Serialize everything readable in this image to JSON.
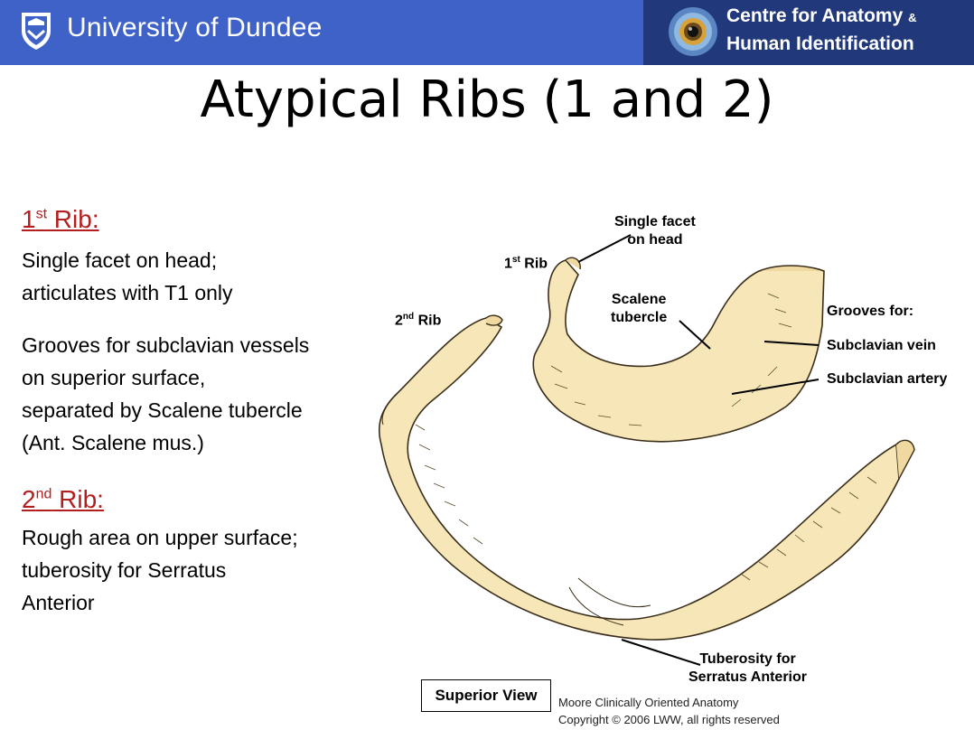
{
  "header": {
    "university": "University of Dundee",
    "centre_line1": "Centre for Anatomy",
    "centre_amp": "&",
    "centre_line2": "Human Identification",
    "colors": {
      "bar": "#3f62c9",
      "centre_block": "#21397a"
    },
    "icons": {
      "university_logo": "shield-crest-icon",
      "centre_logo": "eye-iris-icon"
    }
  },
  "title": "Atypical Ribs (1 and 2)",
  "content": {
    "rib1": {
      "heading_main": "1",
      "heading_sup": "st",
      "heading_rest": " Rib:",
      "para1": [
        "Single facet on head;",
        "articulates with T1 only"
      ],
      "para2": [
        "Grooves for subclavian vessels",
        "on superior surface,",
        "separated by Scalene tubercle",
        "(Ant. Scalene mus.)"
      ]
    },
    "rib2": {
      "heading_main": "2",
      "heading_sup": "nd",
      "heading_rest": " Rib:",
      "para1": [
        "Rough area on upper surface;",
        "tuberosity for Serratus",
        "Anterior"
      ]
    },
    "heading_color": "#b31f1f"
  },
  "figure": {
    "labels": {
      "single_facet": [
        "Single facet",
        "on head"
      ],
      "first_rib_num": "1",
      "first_rib_sup": "st",
      "first_rib_rest": " Rib",
      "second_rib_num": "2",
      "second_rib_sup": "nd",
      "second_rib_rest": " Rib",
      "scalene": [
        "Scalene",
        "tubercle"
      ],
      "grooves_for": "Grooves for:",
      "subclavian_vein": "Subclavian vein",
      "subclavian_artery": "Subclavian artery",
      "tuberosity": [
        "Tuberosity for",
        "Serratus Anterior"
      ]
    },
    "view_label": "Superior View",
    "credit": [
      "Moore Clinically Oriented Anatomy",
      "Copyright © 2006 LWW, all rights reserved"
    ],
    "bone_color": "#f7e6b8"
  }
}
